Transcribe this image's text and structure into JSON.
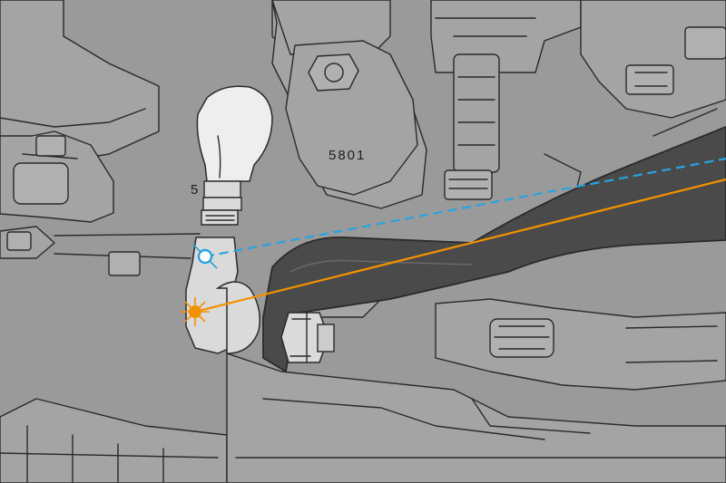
{
  "labels": {
    "part_number": "5801",
    "boot_marking": "5"
  },
  "colors": {
    "background": "#9a9a9a",
    "outline": "#2a2a2a",
    "control_arm": "#4a4a4a",
    "end_link_body": "#dadada",
    "ball_joint_boot": "#eeeeee",
    "original_geometry_line": "#29a3df",
    "adjusted_geometry_line": "#f39200"
  },
  "markers": [
    {
      "name": "original-pivot",
      "style": "hollow-circle",
      "color": "#29a3df"
    },
    {
      "name": "adjusted-pivot",
      "style": "filled-circle-with-rays",
      "color": "#f39200"
    }
  ],
  "lines": [
    {
      "name": "original-roll-axis",
      "style": "dashed",
      "color": "#29a3df"
    },
    {
      "name": "adjusted-roll-axis",
      "style": "solid",
      "color": "#f39200"
    }
  ]
}
